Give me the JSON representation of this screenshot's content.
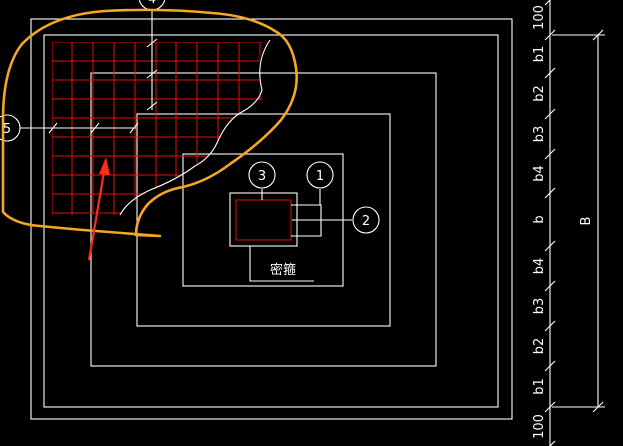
{
  "colors": {
    "background": "#000000",
    "line": "#ffffff",
    "rebar": "#e01010",
    "cloud": "#f5a623",
    "arrow": "#ff2a1a"
  },
  "callouts": {
    "c1": "1",
    "c2": "2",
    "c3": "3",
    "c4": "4",
    "c5": "5"
  },
  "stirrup_label": "密箍",
  "dimension": {
    "segments": [
      "100",
      "b1",
      "b2",
      "b3",
      "b4",
      "b",
      "b4",
      "b3",
      "b2",
      "b1",
      "100"
    ],
    "total": "B"
  }
}
